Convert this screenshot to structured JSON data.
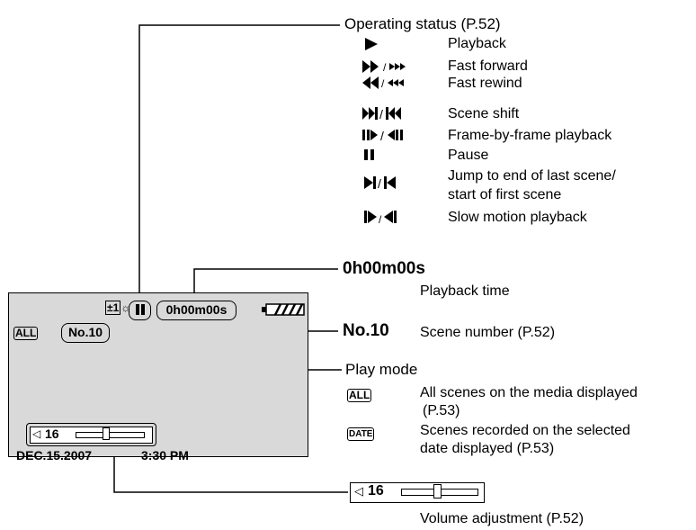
{
  "status": {
    "heading": "Operating status (P.52)",
    "items": [
      {
        "icon": "play-icon",
        "label": "Playback"
      },
      {
        "icon": "fast-forward-icon",
        "label": "Fast forward"
      },
      {
        "icon": "fast-rewind-icon",
        "label": "Fast rewind"
      },
      {
        "icon": "scene-shift-icon",
        "label": "Scene shift"
      },
      {
        "icon": "frame-by-frame-icon",
        "label": "Frame-by-frame playback"
      },
      {
        "icon": "pause-icon",
        "label": "Pause"
      },
      {
        "icon": "jump-icon",
        "label": "Jump to end of last scene/"
      },
      {
        "icon": "",
        "label": "start of first scene"
      },
      {
        "icon": "slow-motion-icon",
        "label": "Slow motion playback"
      }
    ]
  },
  "time": {
    "value": "0h00m00s",
    "label": "Playback time"
  },
  "scene": {
    "value": "No.10",
    "label": "Scene number (P.52)"
  },
  "play_mode": {
    "heading": "Play mode",
    "all_badge": "ALL",
    "all_label": "All scenes on the media displayed",
    "all_ref": "(P.53)",
    "date_badge": "DATE",
    "date_label": "Scenes recorded on the selected",
    "date_label2": "date displayed (P.53)"
  },
  "screen": {
    "brightness": "±1",
    "time": "0h00m00s",
    "scene": "No.10",
    "mode": "ALL",
    "volume": "16",
    "date": "DEC.15.2007",
    "clock": "3:30 PM"
  },
  "volume": {
    "value": "16",
    "label": "Volume adjustment (P.52)"
  }
}
